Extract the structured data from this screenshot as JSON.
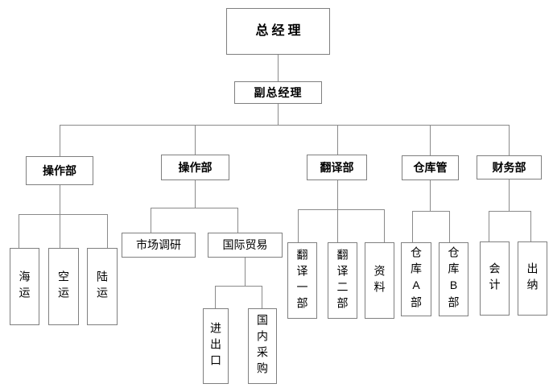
{
  "org_chart": {
    "colors": {
      "line": "#8a8a8a",
      "box_border": "#7f7f7f",
      "box_fill": "#ffffff",
      "text": "#000000",
      "background": "#ffffff"
    },
    "nodes": {
      "general_manager": {
        "label": "总经理"
      },
      "deputy_general_manager": {
        "label": "副总经理"
      },
      "operations_dept_1": {
        "label": "操作部"
      },
      "operations_dept_2": {
        "label": "操作部"
      },
      "translation_dept": {
        "label": "翻译部"
      },
      "warehouse_dept": {
        "label": "仓库管"
      },
      "finance_dept": {
        "label": "财务部"
      },
      "sea_freight": {
        "label": "海运"
      },
      "air_freight": {
        "label": "空运"
      },
      "land_freight": {
        "label": "陆运"
      },
      "market_research": {
        "label": "市场调研"
      },
      "international_trade": {
        "label": "国际贸易"
      },
      "import_export": {
        "label": "进出口"
      },
      "domestic_procurement": {
        "label": "国内采购"
      },
      "translation_dept_1": {
        "label": "翻译一部"
      },
      "translation_dept_2": {
        "label": "翻译二部"
      },
      "materials": {
        "label": "资料"
      },
      "warehouse_a": {
        "label": "仓库A部"
      },
      "warehouse_b": {
        "label": "仓库B部"
      },
      "accounting": {
        "label": "会计"
      },
      "cashier": {
        "label": "出纳"
      }
    },
    "structure": [
      {
        "id": "general_manager",
        "children": [
          {
            "id": "deputy_general_manager",
            "children": [
              {
                "id": "operations_dept_1",
                "children": [
                  {
                    "id": "sea_freight"
                  },
                  {
                    "id": "air_freight"
                  },
                  {
                    "id": "land_freight"
                  }
                ]
              },
              {
                "id": "operations_dept_2",
                "children": [
                  {
                    "id": "market_research"
                  },
                  {
                    "id": "international_trade",
                    "children": [
                      {
                        "id": "import_export"
                      },
                      {
                        "id": "domestic_procurement"
                      }
                    ]
                  }
                ]
              },
              {
                "id": "translation_dept",
                "children": [
                  {
                    "id": "translation_dept_1"
                  },
                  {
                    "id": "translation_dept_2"
                  },
                  {
                    "id": "materials"
                  }
                ]
              },
              {
                "id": "warehouse_dept",
                "children": [
                  {
                    "id": "warehouse_a"
                  },
                  {
                    "id": "warehouse_b"
                  }
                ]
              },
              {
                "id": "finance_dept",
                "children": [
                  {
                    "id": "accounting"
                  },
                  {
                    "id": "cashier"
                  }
                ]
              }
            ]
          }
        ]
      }
    ]
  }
}
